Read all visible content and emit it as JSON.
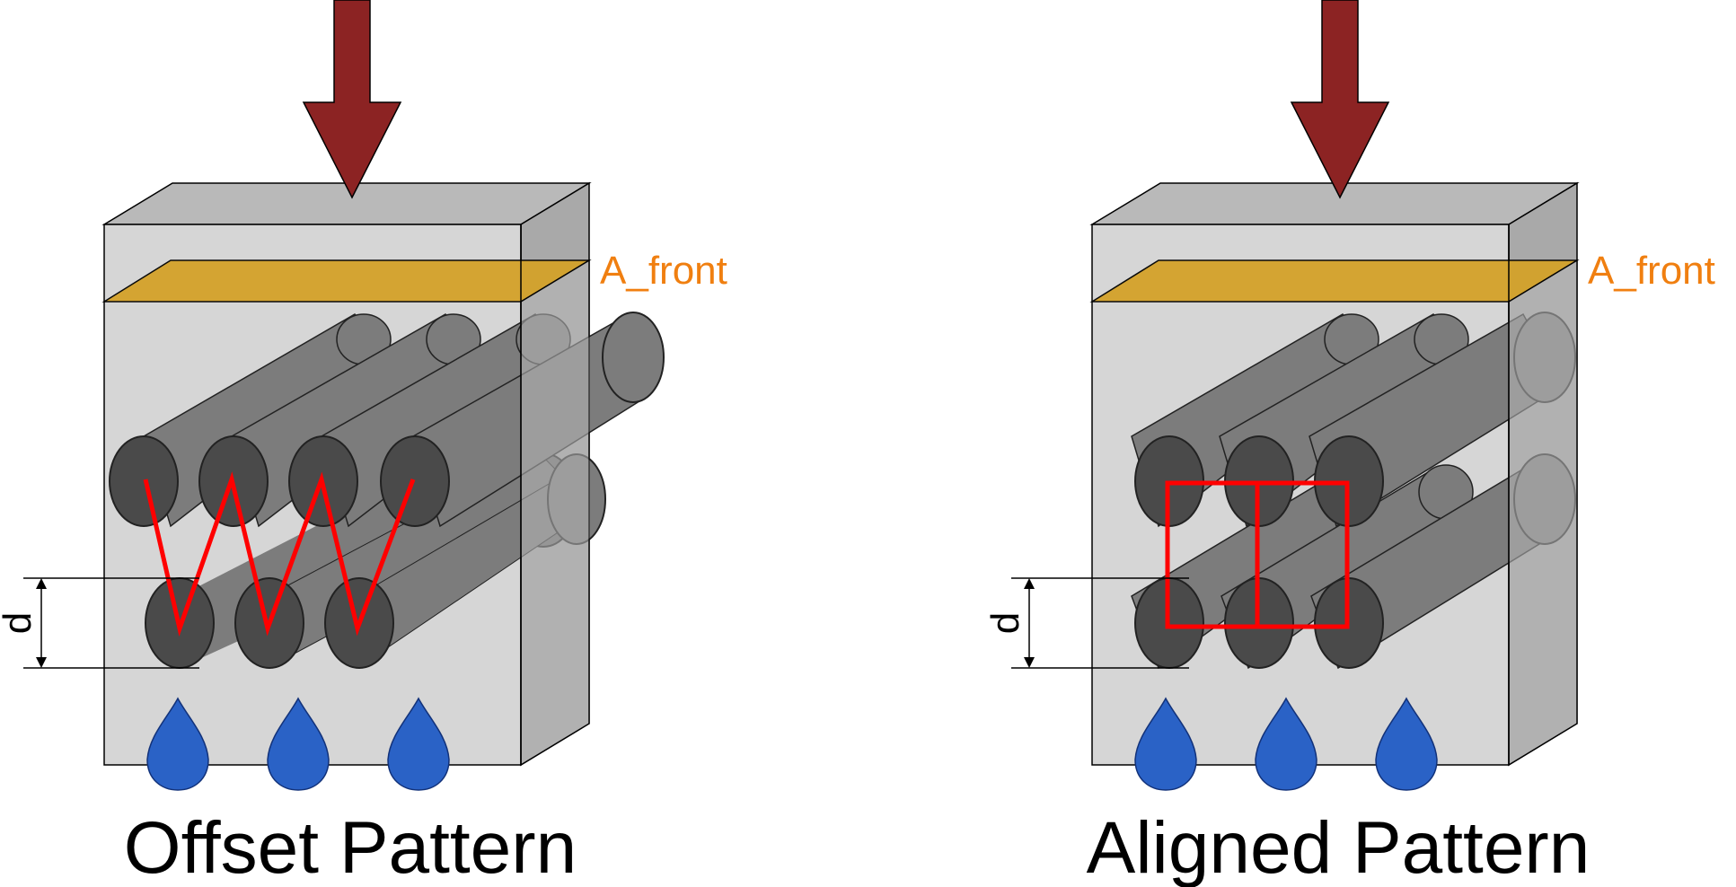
{
  "panels": [
    {
      "caption": "Offset Pattern",
      "front_label": "A_front",
      "spacing_label": "d",
      "pattern": "offset",
      "trace_shape": "zigzag"
    },
    {
      "caption": "Aligned Pattern",
      "front_label": "A_front",
      "spacing_label": "d",
      "pattern": "aligned",
      "trace_shape": "grid"
    }
  ],
  "colors": {
    "box_front": "#d6d6d6",
    "box_top": "#b9b9b9",
    "box_side": "#a9a9a9",
    "front_face": "#d4a22a",
    "cylinder_body": "#7c7c7c",
    "cylinder_end": "#4a4a4a",
    "arrow": "#8c2323",
    "trace": "#ff0000",
    "drop": "#2a62c6",
    "label": "#f07f10"
  },
  "icons": [
    "arrow-down-icon",
    "water-drop-icon"
  ]
}
